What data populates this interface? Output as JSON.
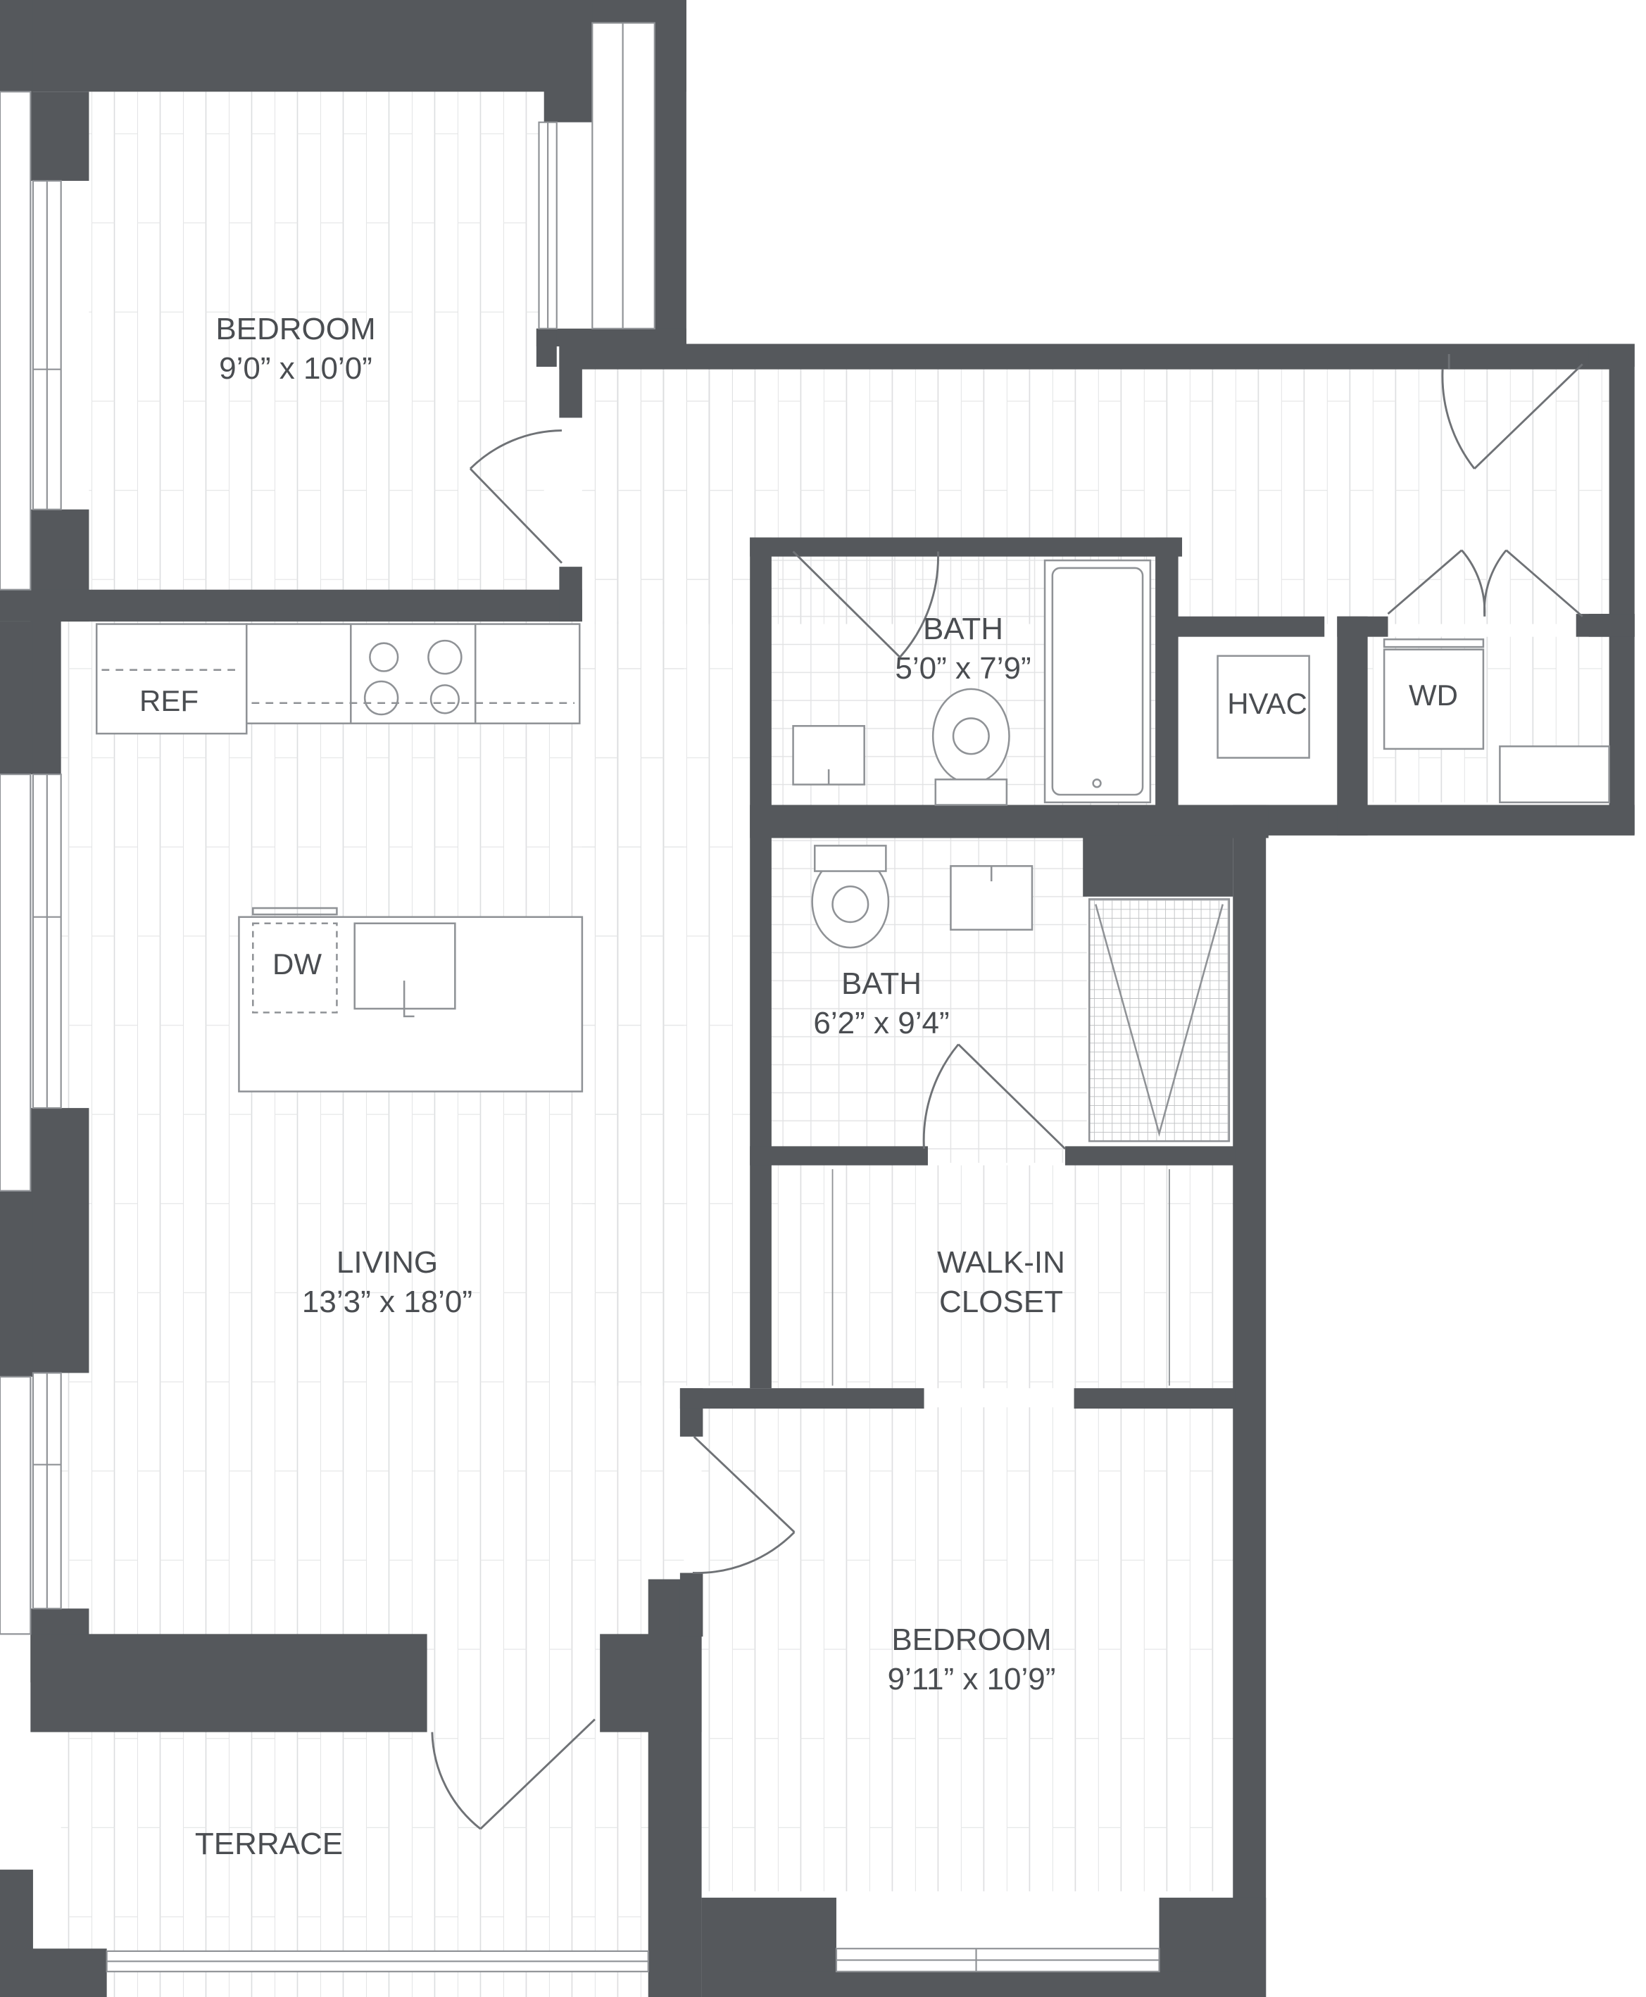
{
  "rooms": {
    "bedroom_1": {
      "name": "BEDROOM",
      "dims": "9’0” x 10’0”"
    },
    "living": {
      "name": "LIVING",
      "dims": "13’3” x 18’0”"
    },
    "bath_1": {
      "name": "BATH",
      "dims": "5’0” x 7’9”"
    },
    "bath_2": {
      "name": "BATH",
      "dims": "6’2” x 9’4”"
    },
    "walk_in_closet": {
      "line1": "WALK-IN",
      "line2": "CLOSET"
    },
    "bedroom_2": {
      "name": "BEDROOM",
      "dims": "9’11” x 10’9”"
    },
    "terrace": {
      "name": "TERRACE"
    }
  },
  "fixtures": {
    "ref": "REF",
    "dw": "DW",
    "hvac": "HVAC",
    "wd": "WD"
  },
  "colors": {
    "wall": "#55585c",
    "line": "#8f9296",
    "floor_line": "#d8d9db",
    "text": "#4a4d51"
  }
}
